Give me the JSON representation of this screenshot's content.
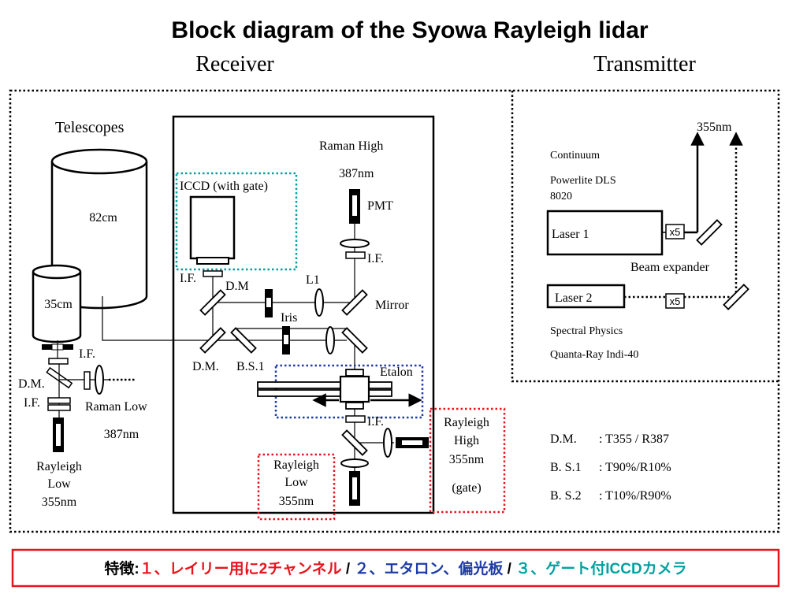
{
  "title": "Block diagram of the Syowa Rayleigh lidar",
  "headers": {
    "receiver": "Receiver",
    "transmitter": "Transmitter"
  },
  "receiver": {
    "telescopes": "Telescopes",
    "tel_82": "82cm",
    "tel_35": "35cm",
    "iccd": "ICCD (with gate)",
    "raman_high": "Raman High",
    "raman_high_nm": "387nm",
    "pmt": "PMT",
    "if": "I.F.",
    "dm": "D.M",
    "dm2": "D.M.",
    "l1": "L1",
    "mirror": "Mirror",
    "iris": "Iris",
    "bs1": "B.S.1",
    "etalon": "Etalon",
    "raman_low": "Raman Low",
    "raman_low_nm": "387nm",
    "rayleigh_low_a": "Rayleigh",
    "rayleigh_low_b": "Low",
    "rayleigh_low_c": "355nm",
    "rayleigh_high_a": "Rayleigh",
    "rayleigh_high_b": "High",
    "rayleigh_high_c": "355nm",
    "gate": "(gate)"
  },
  "transmitter": {
    "wavelength": "355nm",
    "continuum": "Continuum",
    "powerlite": "Powerlite DLS",
    "model": "8020",
    "laser1": "Laser 1",
    "laser2": "Laser 2",
    "x5": "x5",
    "beam_expander": "Beam expander",
    "spectral": "Spectral Physics",
    "quanta": "Quanta-Ray Indi-40"
  },
  "legend": [
    {
      "key": "D.M.",
      "value": ": T355 / R387"
    },
    {
      "key": "B. S.1",
      "value": ": T90%/R10%"
    },
    {
      "key": "B. S.2",
      "value": ": T10%/R90%"
    }
  ],
  "features": {
    "label": "特徴",
    "sep": ":",
    "item1": "１、レイリー用に2チャンネル",
    "slash1": " / ",
    "item2": "２、エタロン、偏光板",
    "slash2": " / ",
    "item3": "３、ゲート付ICCDカメラ"
  },
  "colors": {
    "feature_red": "#e8141c",
    "feature_blue": "#1e3ca8",
    "feature_teal": "#00a2a0",
    "iccd_box": "#00a2a0",
    "etalon_box": "#1e3ca8",
    "gate_box": "#e8141c"
  }
}
